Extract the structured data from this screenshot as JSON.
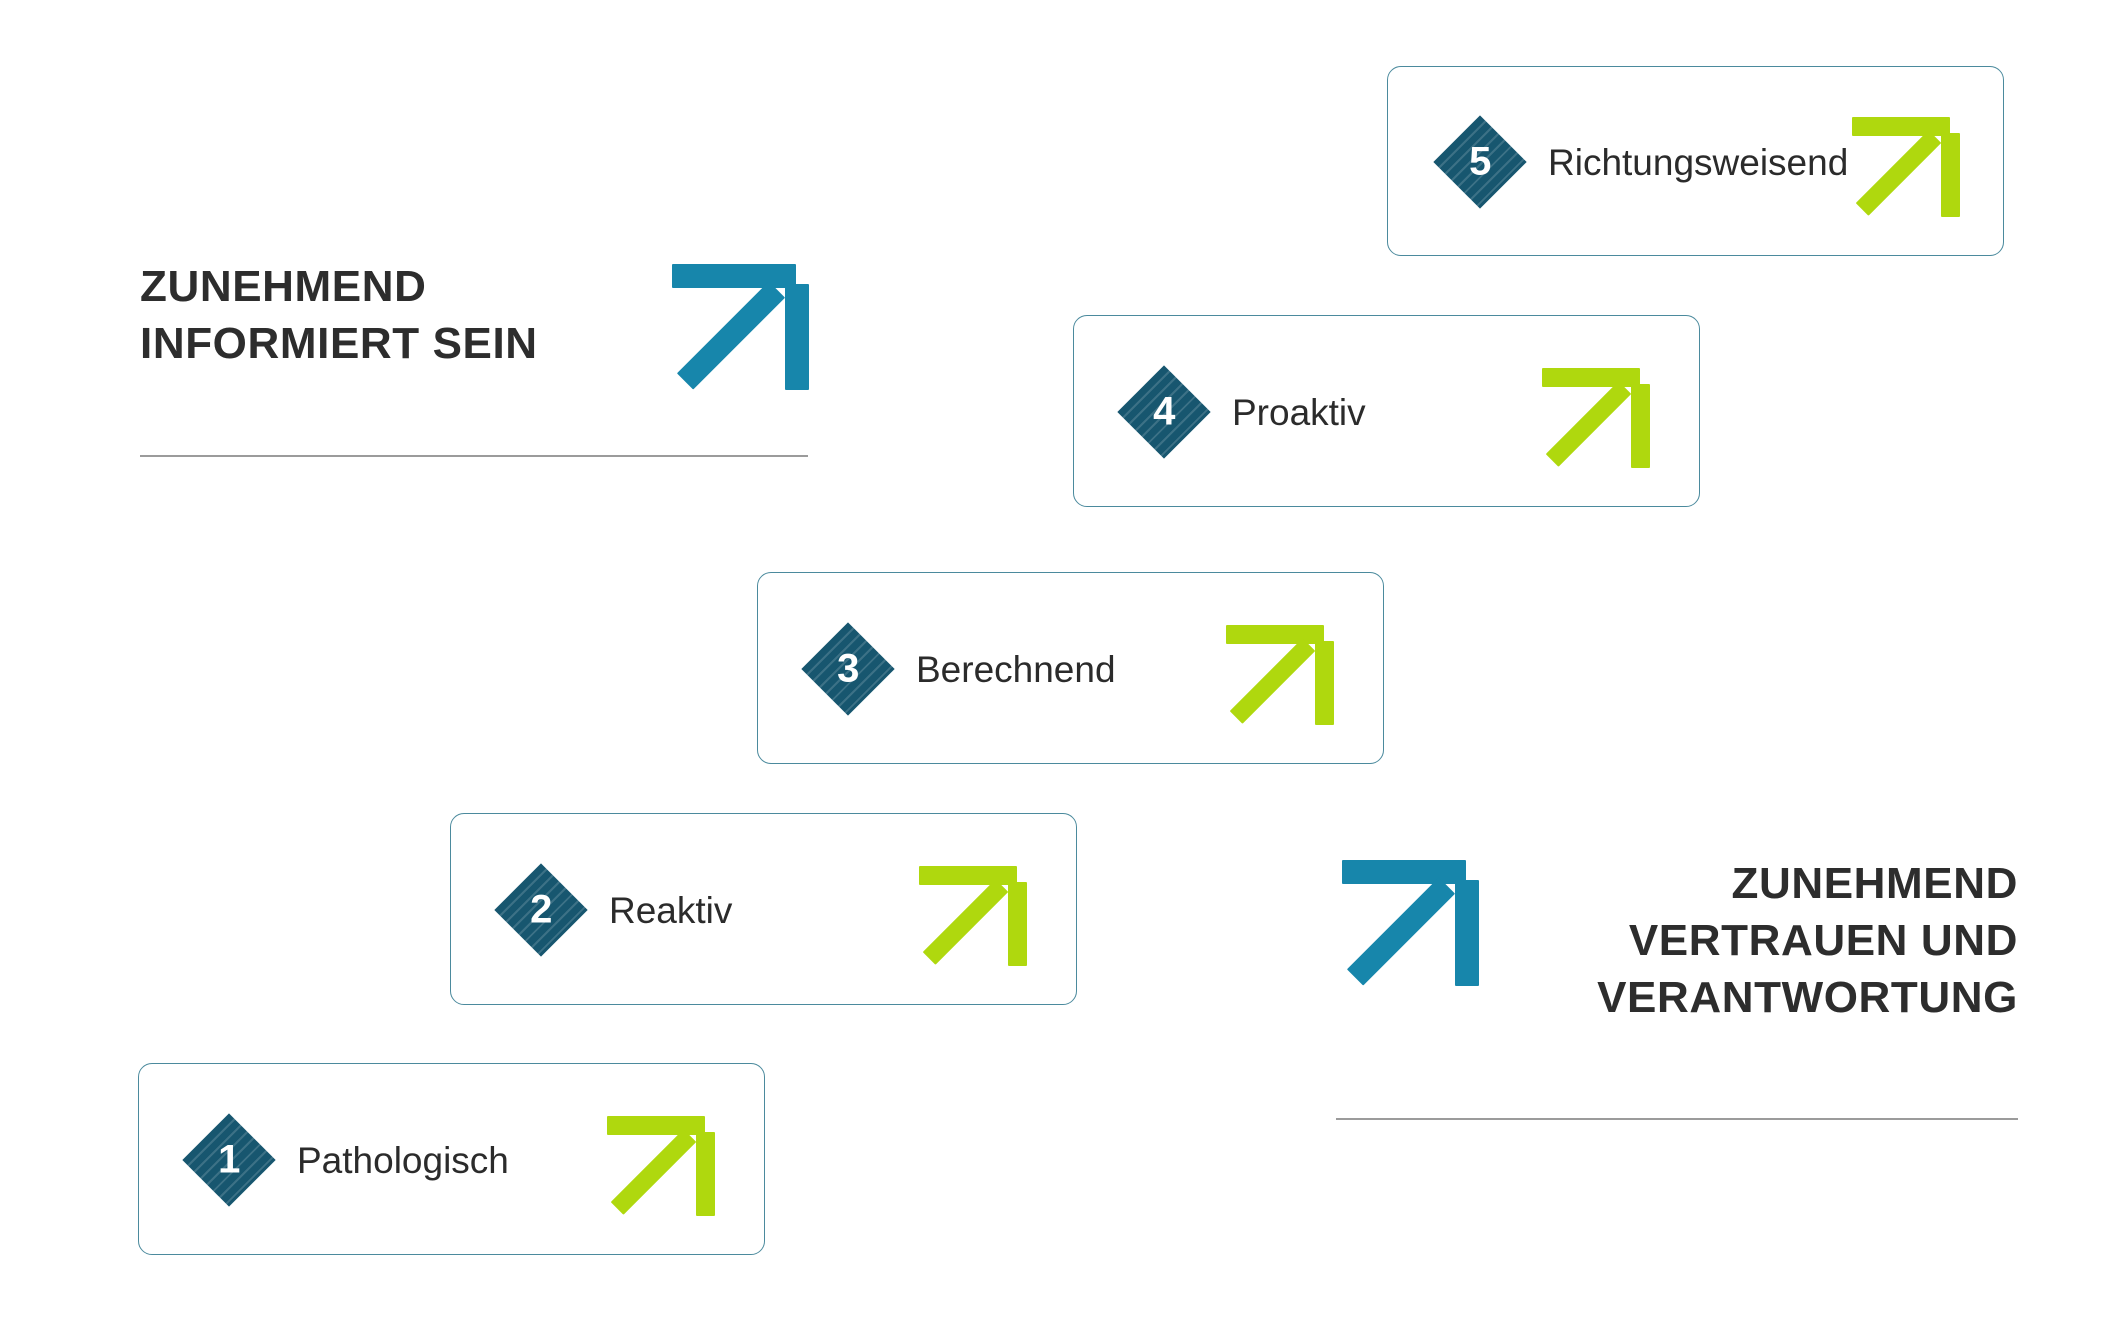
{
  "diagram": {
    "title_left": "ZUNEHMEND INFORMIERT SEIN",
    "title_left_lines": [
      "ZUNEHMEND",
      "INFORMIERT SEIN"
    ],
    "title_right": "ZUNEHMEND VERTRAUEN UND VERANTWORTUNG",
    "title_right_lines": [
      "ZUNEHMEND",
      "VERTRAUEN UND",
      "VERANTWORTUNG"
    ],
    "type": "maturity-staircase",
    "step_count": 5
  },
  "colors": {
    "diamond_blue": "#17566f",
    "arrow_green": "#afd80e",
    "arrow_blue": "#1786ab",
    "card_border": "#4b8a9d",
    "text_dark": "#2d2d2d",
    "rule_grey": "#9b9b9b",
    "background": "#ffffff"
  },
  "steps": [
    {
      "number": "1",
      "label": "Pathologisch",
      "arrow_color_name": "arrow_green"
    },
    {
      "number": "2",
      "label": "Reaktiv",
      "arrow_color_name": "arrow_green"
    },
    {
      "number": "3",
      "label": "Berechnend",
      "arrow_color_name": "arrow_green"
    },
    {
      "number": "4",
      "label": "Proaktiv",
      "arrow_color_name": "arrow_green"
    },
    {
      "number": "5",
      "label": "Richtungsweisend",
      "arrow_color_name": "arrow_green"
    }
  ],
  "headings": {
    "left": {
      "line1": "ZUNEHMEND",
      "line2": "INFORMIERT SEIN",
      "icon": "arrow-up-right-icon",
      "align": "left"
    },
    "right": {
      "line1": "ZUNEHMEND",
      "line2": "VERTRAUEN UND",
      "line3": "VERANTWORTUNG",
      "icon": "arrow-up-right-icon",
      "align": "right"
    }
  }
}
